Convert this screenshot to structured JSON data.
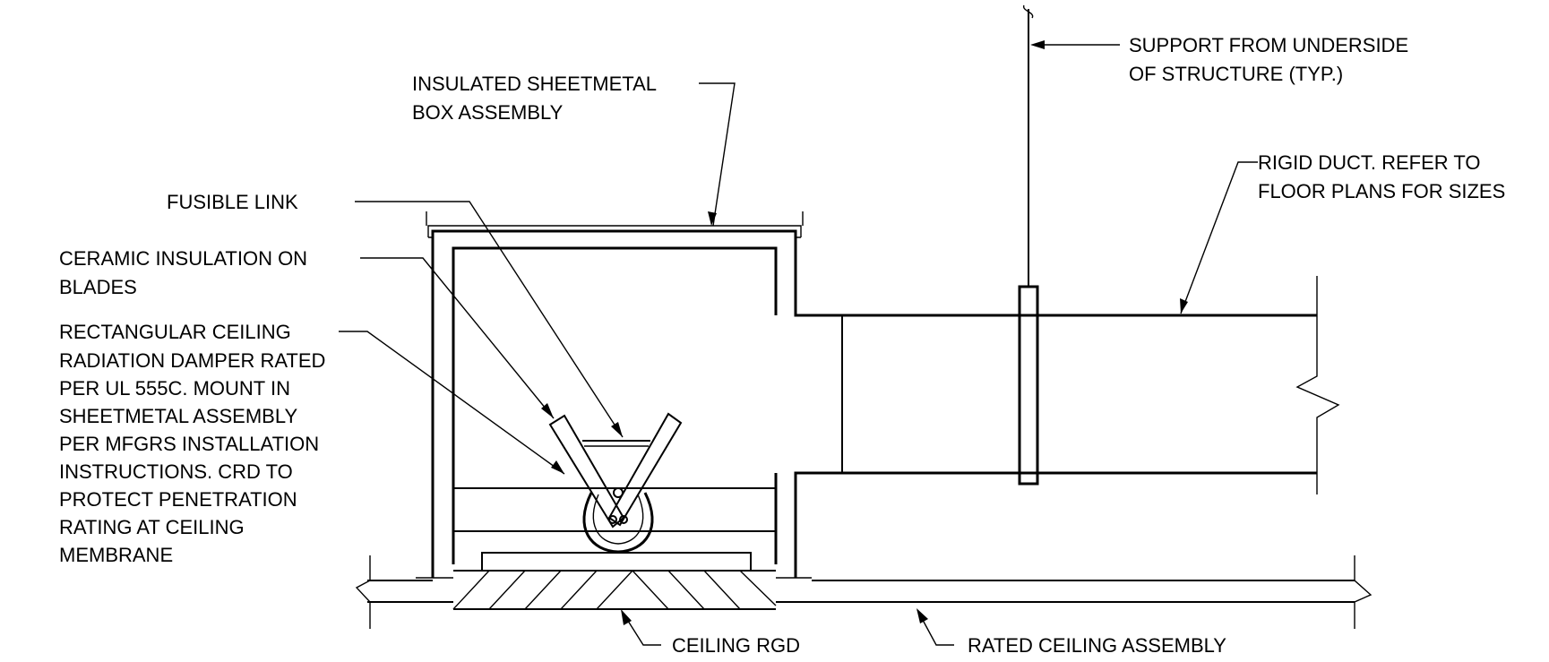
{
  "callouts": {
    "support": [
      "SUPPORT FROM UNDERSIDE",
      "OF STRUCTURE (TYP.)"
    ],
    "box_assembly": [
      "INSULATED SHEETMETAL",
      "BOX ASSEMBLY"
    ],
    "rigid_duct": [
      "RIGID DUCT. REFER TO",
      "FLOOR PLANS FOR SIZES"
    ],
    "fusible_link": [
      "FUSIBLE LINK"
    ],
    "ceramic_insulation": [
      "CERAMIC INSULATION ON",
      "BLADES"
    ],
    "damper": [
      "RECTANGULAR CEILING",
      "RADIATION DAMPER RATED",
      "PER UL 555C. MOUNT IN",
      "SHEETMETAL ASSEMBLY",
      "PER MFGRS INSTALLATION",
      "INSTRUCTIONS. CRD TO",
      "PROTECT PENETRATION",
      "RATING AT CEILING",
      "MEMBRANE"
    ],
    "ceiling_rgd": [
      "CEILING RGD"
    ],
    "rated_ceiling": [
      "RATED CEILING ASSEMBLY"
    ]
  }
}
